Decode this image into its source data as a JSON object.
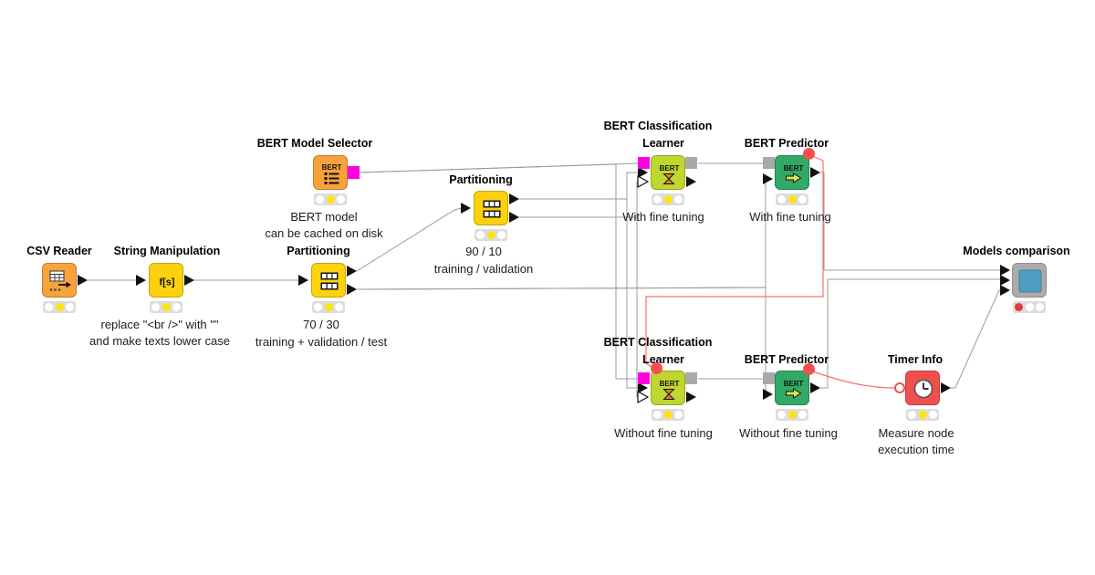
{
  "workflow": {
    "colors": {
      "source_orange": "#F8A23C",
      "manipulator_yellow": "#FDD10E",
      "learner_chartreuse": "#BFD72F",
      "predictor_green": "#32A967",
      "timer_red": "#F0504D",
      "component_gray": "#ABABAB",
      "component_blue": "#4D9EC0",
      "model_port_magenta": "#FF00E0",
      "model_port_gray": "#A9A9A9",
      "wire_gray": "#9B9B9B",
      "wire_red": "#F47272",
      "flow_port_red": "#F4504E",
      "status_yellow": "#FFE212",
      "status_red": "#DE3D3F"
    },
    "nodes": {
      "csv_reader": {
        "label": "CSV Reader",
        "traffic": "yellow"
      },
      "string_manipulation": {
        "label": "String Manipulation",
        "comment_line1": "replace \"<br />\" with \"\"",
        "comment_line2": "and make texts lower case",
        "traffic": "yellow"
      },
      "bert_model_selector": {
        "label": "BERT Model Selector",
        "comment_line1": "BERT model",
        "comment_line2": "can be cached on disk",
        "traffic": "yellow"
      },
      "partitioning_train_test": {
        "label": "Partitioning",
        "comment_line1": "70 / 30",
        "comment_line2": "training + validation / test",
        "traffic": "yellow"
      },
      "partitioning_train_validation": {
        "label": "Partitioning",
        "comment_line1": "90 / 10",
        "comment_line2": "training / validation",
        "traffic": "yellow"
      },
      "bert_learner_fine_tuning": {
        "label_line1": "BERT Classification",
        "label_line2": "Learner",
        "comment_line1": "With fine tuning",
        "traffic": "yellow"
      },
      "bert_predictor_fine_tuning": {
        "label": "BERT Predictor",
        "comment_line1": "With fine tuning",
        "traffic": "yellow"
      },
      "bert_learner_without_fine_tuning": {
        "label_line1": "BERT Classification",
        "label_line2": "Learner",
        "comment_line1": "Without fine tuning",
        "traffic": "yellow"
      },
      "bert_predictor_without_fine_tuning": {
        "label": "BERT Predictor",
        "comment_line1": "Without fine tuning",
        "traffic": "yellow"
      },
      "timer_info": {
        "label": "Timer Info",
        "comment_line1": "Measure node",
        "comment_line2": "execution time",
        "traffic": "yellow"
      },
      "models_comparison": {
        "label": "Models comparison",
        "traffic": "red"
      }
    }
  },
  "icons": {
    "bert_text": "BERT",
    "string_function": "f[s]"
  }
}
